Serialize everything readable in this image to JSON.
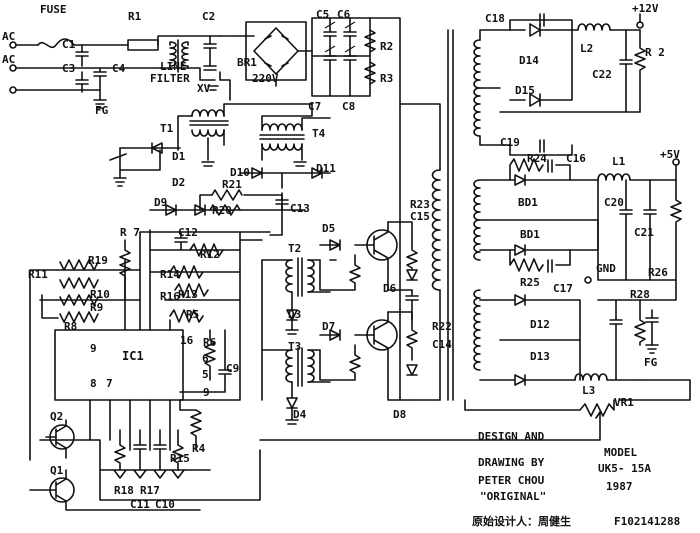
{
  "inputs": {
    "ac1": "AC",
    "ac2": "AC",
    "fuse": "FUSE",
    "fg_in": "FG"
  },
  "input_filter": {
    "r1": "R1",
    "c1": "C1",
    "c2": "C2",
    "c3": "C3",
    "c4": "C4",
    "line_filter_1": "LINE",
    "line_filter_2": "FILTER",
    "xv": "XV"
  },
  "bridge": {
    "br1": "BR1",
    "v220": "220V",
    "c5": "C5",
    "c6": "C6",
    "c7": "C7",
    "c8": "C8",
    "r2": "R2",
    "r3": "R3"
  },
  "transformers": {
    "t1": "T1",
    "t2": "T2",
    "t3": "T3",
    "t4": "T4"
  },
  "primary_side": {
    "d1": "D1",
    "d2": "D2",
    "d3": "D3",
    "d4": "D4",
    "d5": "D5",
    "d6": "D6",
    "d7": "D7",
    "d8": "D8",
    "d9": "D9",
    "d10": "D10",
    "d11": "D11",
    "r20": "R20",
    "r21": "R21",
    "r22": "R22",
    "r23": "R23",
    "c13": "C13",
    "c14": "C14",
    "c15": "C15"
  },
  "control": {
    "ic1": "IC1",
    "pin9": "9",
    "pin8": "8",
    "pin7": "7",
    "pin16": "16",
    "pin6": "6",
    "pin5": "5",
    "pin9b": "9",
    "r7": "R 7",
    "r11": "R11",
    "r19": "R19",
    "r10": "R10",
    "r9": "R9",
    "r8": "R8",
    "r12": "R12",
    "c12": "C12",
    "r13": "R13",
    "r5": "R5",
    "r14": "R14",
    "r6": "R6",
    "c9": "C9",
    "r4": "R4",
    "r15": "R15",
    "r16": "R16",
    "r17": "R17",
    "r18": "R18",
    "c11": "C11",
    "c10": "C10",
    "q1": "Q1",
    "q2": "Q2"
  },
  "secondary": {
    "c18": "C18",
    "c19": "C19",
    "d14": "D14",
    "d15": "D15",
    "l2": "L2",
    "c22": "C22",
    "r2s": "R 2",
    "v12": "+12V",
    "r24": "R24",
    "c16": "C16",
    "l1": "L1",
    "v5": "+5V",
    "bd1a": "BD1",
    "bd1b": "BD1",
    "c20": "C20",
    "c21": "C21",
    "r26": "R26",
    "r25": "R25",
    "c17": "C17",
    "gnd": "GND",
    "d12": "D12",
    "d13": "D13",
    "r28": "R28",
    "fg": "FG",
    "l3": "L3",
    "vr1": "VR1"
  },
  "title_block": {
    "design1": "DESIGN AND",
    "design2": "DRAWING BY",
    "author": "PETER CHOU",
    "original": "\"ORIGINAL\"",
    "model_label": "MODEL",
    "model": "UK5- 15A",
    "year": "1987",
    "designer_cn": "原始设计人：周健生",
    "code": "F102141288"
  }
}
